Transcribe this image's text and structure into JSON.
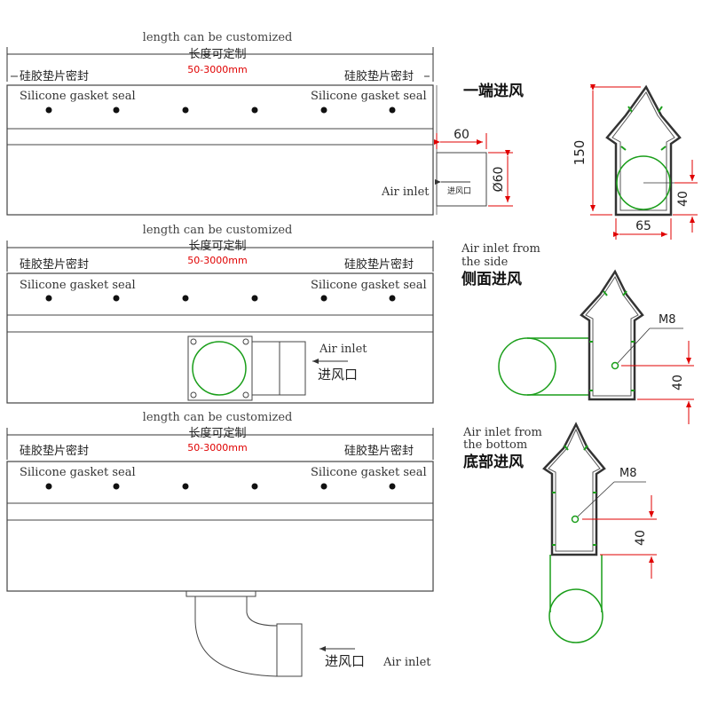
{
  "colors": {
    "line": "#333333",
    "light_line": "#777777",
    "dimension_red": "#e00000",
    "pipe_green": "#1a9e1a",
    "text": "#222222"
  },
  "panels": [
    {
      "length_note_en": "length can be customized",
      "length_note_cn": "长度可定制",
      "length_range": "50-3000mm",
      "seal_cn_left": "硅胶垫片密封",
      "seal_cn_right": "硅胶垫片密封",
      "seal_en_left": "Silicone gasket seal",
      "seal_en_right": "Silicone gasket seal",
      "inlet_en": "Air inlet",
      "inlet_cn": "进风口",
      "dim_width": "60",
      "dim_diameter": "Ø60"
    },
    {
      "length_note_en": "length can be customized",
      "length_note_cn": "长度可定制",
      "length_range": "50-3000mm",
      "seal_cn_left": "硅胶垫片密封",
      "seal_cn_right": "硅胶垫片密封",
      "seal_en_left": "Silicone gasket seal",
      "seal_en_right": "Silicone gasket seal",
      "inlet_en": "Air inlet",
      "inlet_cn": "进风口"
    },
    {
      "length_note_en": "length can be customized",
      "length_note_cn": "长度可定制",
      "length_range": "50-3000mm",
      "seal_cn_left": "硅胶垫片密封",
      "seal_cn_right": "硅胶垫片密封",
      "seal_en_left": "Silicone gasket seal",
      "seal_en_right": "Silicone gasket seal",
      "inlet_en": "Air inlet",
      "inlet_cn": "进风口"
    }
  ],
  "sections": [
    {
      "title_cn": "一端进风",
      "dim_height": "150",
      "dim_offset": "40",
      "dim_width": "65"
    },
    {
      "title_en": "Air inlet from the side",
      "title_cn": "侧面进风",
      "thread_label": "M8",
      "dim_offset": "40"
    },
    {
      "title_en": "Air inlet from the bottom",
      "title_cn": "底部进风",
      "thread_label": "M8",
      "dim_offset": "40"
    }
  ]
}
